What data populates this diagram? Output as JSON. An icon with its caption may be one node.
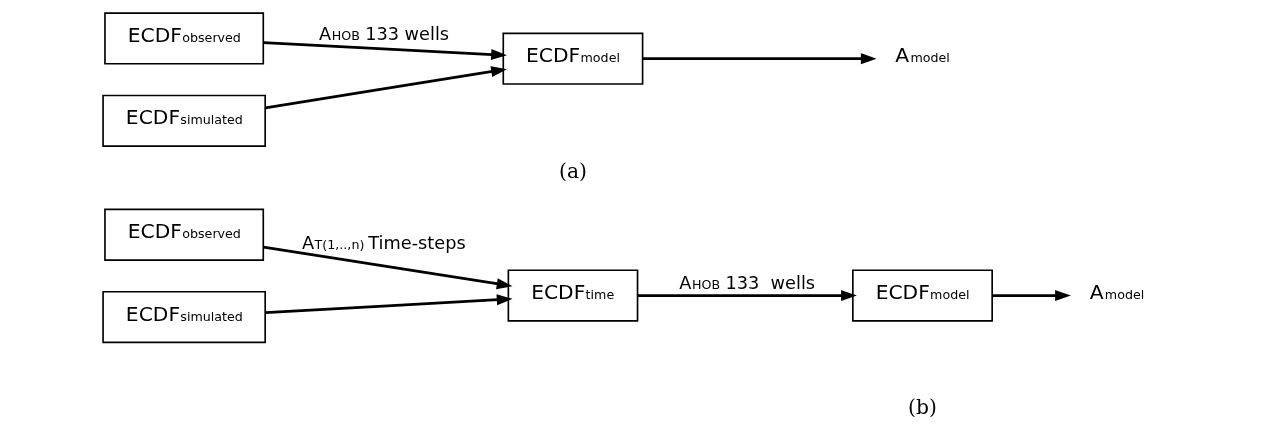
{
  "diagram": {
    "nodes": [
      {
        "text": [
          "ECDF$_{observed}$"
        ]
      },
      {
        "text": [
          "ECDF$_{simulated}$"
        ]
      },
      {
        "text": [
          "ECDF$_{model}$"
        ]
      },
      {
        "text": [
          "A$_{model}$"
        ]
      },
      {
        "text": [
          "ECDF$_{observed}$"
        ]
      },
      {
        "text": [
          "ECDF$_{simulated}$"
        ]
      },
      {
        "text": [
          "ECDF$_{time}$"
        ]
      },
      {
        "text": [
          "ECDF$_{model}$"
        ]
      },
      {
        "text": [
          "A$_{model}$"
        ]
      }
    ],
    "edges": [
      {
        "from": 0,
        "to": 2,
        "arrow": "to",
        "label": "A$_{HOB}$ 133 wells"
      },
      {
        "from": 1,
        "to": 2,
        "arrow": "to"
      },
      {
        "from": 2,
        "to": 3,
        "arrow": "to"
      },
      {
        "from": 4,
        "to": 6,
        "arrow": "to",
        "label": "A$_{T(1,..,n)}$ Time-steps"
      },
      {
        "from": 5,
        "to": 6,
        "arrow": "to"
      },
      {
        "from": 6,
        "to": 7,
        "arrow": "to",
        "label": "A$_{HOB}$ 133  wells"
      },
      {
        "from": 7,
        "to": 8,
        "arrow": "to"
      }
    ],
    "labels": [
      "(a)",
      "(b)"
    ]
  }
}
